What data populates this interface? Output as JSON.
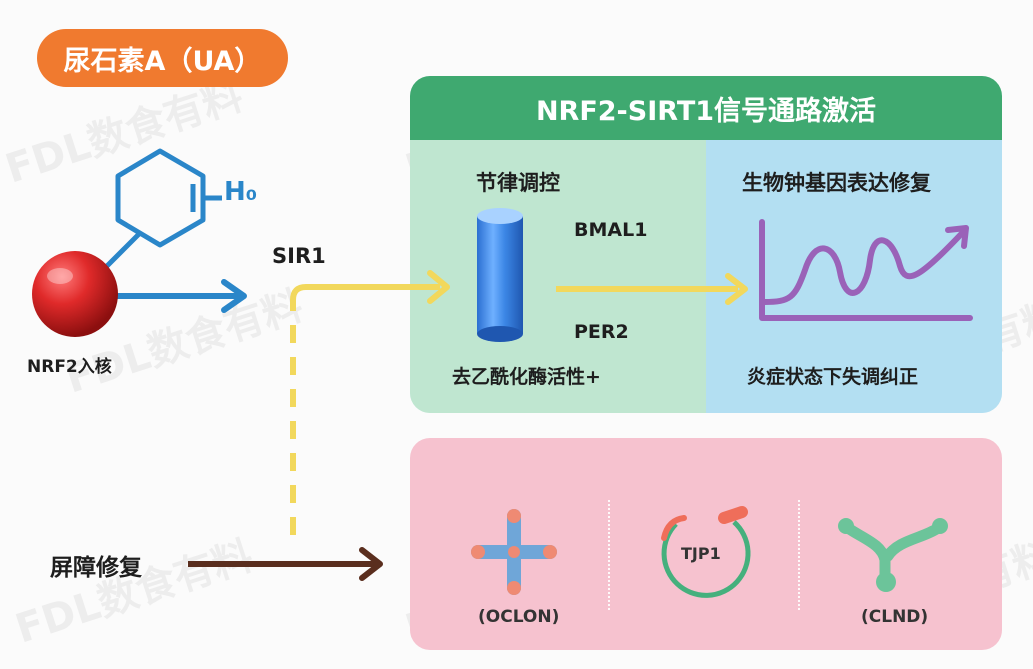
{
  "title": "尿石素A（UA）",
  "molecule": {
    "tail_label": "H₀",
    "node_label": "NRF2入核"
  },
  "arrows": {
    "sir1_label": "SIR1",
    "barrier_label": "屏障修复"
  },
  "pathway": {
    "header": "NRF2-SIRT1信号通路激活",
    "left": {
      "title": "节律调控",
      "gene_top": "BMAL1",
      "gene_bottom": "PER2",
      "caption": "去乙酰化酶活性+"
    },
    "right": {
      "title": "生物钟基因表达修复",
      "caption": "炎症状态下失调纠正"
    }
  },
  "barrier": {
    "items": [
      {
        "label": "(OCLON)"
      },
      {
        "label": "TJP1"
      },
      {
        "label": "(CLND)"
      }
    ]
  },
  "watermark": "FDL数食有料",
  "colors": {
    "orange": "#f07a2f",
    "green_header": "#3fa970",
    "blue_arrow": "#2a86c9",
    "yellow_arrow": "#f2d85c",
    "brown_arrow": "#5a2e1e",
    "purple_curve": "#9a62b8"
  }
}
